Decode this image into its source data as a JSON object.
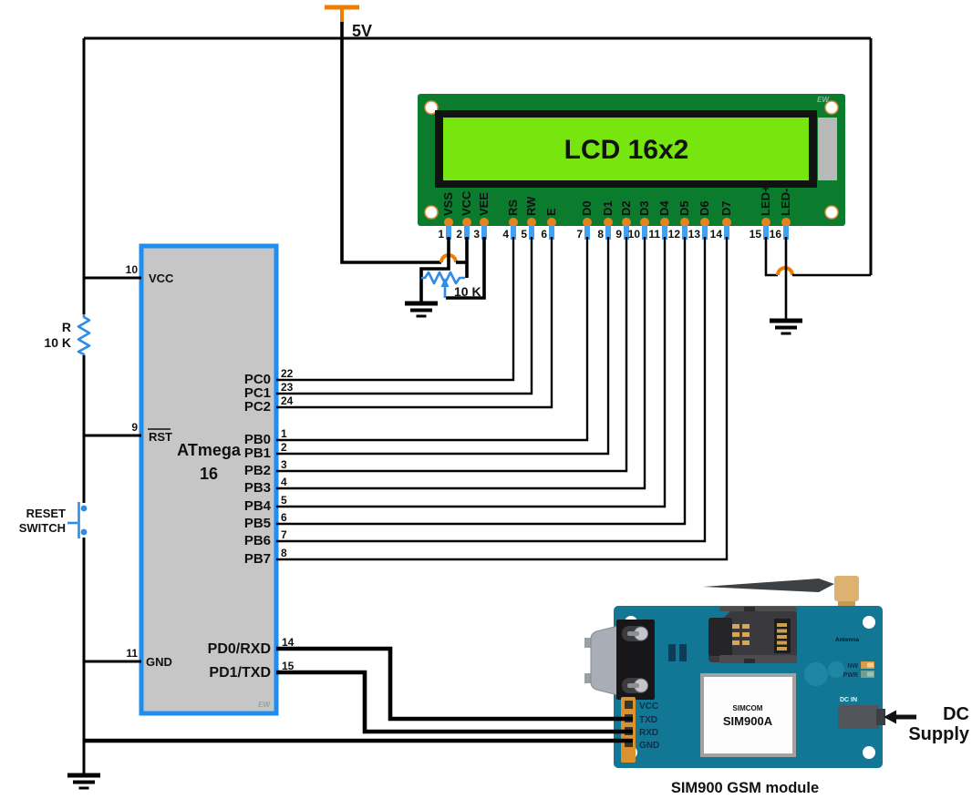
{
  "diagram": {
    "power_label": "5V",
    "pullup_resistor": {
      "name": "R",
      "value": "10 K"
    },
    "reset_switch": {
      "label_line1": "RESET",
      "label_line2": "SWITCH"
    },
    "contrast_pot": {
      "value": "10 K"
    }
  },
  "lcd": {
    "title": "LCD 16x2",
    "watermark": "EW",
    "pins": [
      {
        "num": "1",
        "label": "VSS"
      },
      {
        "num": "2",
        "label": "VCC"
      },
      {
        "num": "3",
        "label": "VEE"
      },
      {
        "num": "4",
        "label": "RS"
      },
      {
        "num": "5",
        "label": "RW"
      },
      {
        "num": "6",
        "label": "E"
      },
      {
        "num": "7",
        "label": "D0"
      },
      {
        "num": "8",
        "label": "D1"
      },
      {
        "num": "9",
        "label": "D2"
      },
      {
        "num": "10",
        "label": "D3"
      },
      {
        "num": "11",
        "label": "D4"
      },
      {
        "num": "12",
        "label": "D5"
      },
      {
        "num": "13",
        "label": "D6"
      },
      {
        "num": "14",
        "label": "D7"
      },
      {
        "num": "15",
        "label": "LED+"
      },
      {
        "num": "16",
        "label": "LED-"
      }
    ]
  },
  "mcu": {
    "name_line1": "ATmega",
    "name_line2": "16",
    "watermark": "EW",
    "left_pins": [
      {
        "num": "10",
        "label": "VCC"
      },
      {
        "num": "9",
        "label": "RST"
      },
      {
        "num": "11",
        "label": "GND"
      }
    ],
    "right_pins": [
      {
        "num": "22",
        "label": "PC0"
      },
      {
        "num": "23",
        "label": "PC1"
      },
      {
        "num": "24",
        "label": "PC2"
      },
      {
        "num": "1",
        "label": "PB0"
      },
      {
        "num": "2",
        "label": "PB1"
      },
      {
        "num": "3",
        "label": "PB2"
      },
      {
        "num": "4",
        "label": "PB3"
      },
      {
        "num": "5",
        "label": "PB4"
      },
      {
        "num": "6",
        "label": "PB5"
      },
      {
        "num": "7",
        "label": "PB6"
      },
      {
        "num": "8",
        "label": "PB7"
      },
      {
        "num": "14",
        "label": "PD0/RXD"
      },
      {
        "num": "15",
        "label": "PD1/TXD"
      }
    ]
  },
  "gsm": {
    "caption": "SIM900 GSM module",
    "antenna_label": "Antenna",
    "led_nw": "NW",
    "led_pwr": "PWR",
    "dc_in_label": "DC IN",
    "chip_line1": "SIMCOM",
    "chip_line2": "SIM900A",
    "header_pins": [
      {
        "label": "VCC"
      },
      {
        "label": "TXD"
      },
      {
        "label": "RXD"
      },
      {
        "label": "GND"
      }
    ],
    "dc_supply_line1": "DC",
    "dc_supply_line2": "Supply"
  },
  "colors": {
    "wire": "#000000",
    "mcu_border": "#1e8ef0",
    "mcu_fill": "#c6c6c6",
    "lcd_pcb_green": "#0b7c2e",
    "lcd_screen_green": "#76e60e",
    "pad_orange": "#e8821e",
    "pin_stub_blue": "#3fa1f5",
    "symbol_blue": "#2f8be4",
    "jump_orange": "#f07d00",
    "gsm_pcb_teal": "#127795",
    "gold": "#d2a45c"
  }
}
